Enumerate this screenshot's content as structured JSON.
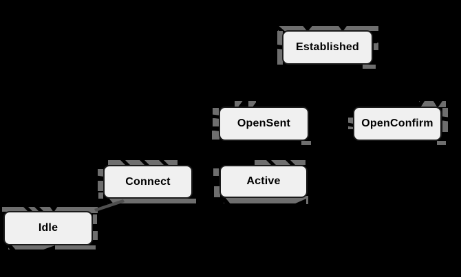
{
  "diagram": {
    "background_color": "#000000",
    "node_fill_color": "#f0f0f0",
    "node_border_color": "#1a1a1a",
    "node_text_color": "#000000",
    "shadow_color": "#6e6e6e"
  },
  "states": [
    {
      "label": "Idle"
    },
    {
      "label": "Connect"
    },
    {
      "label": "Active"
    },
    {
      "label": "OpenSent"
    },
    {
      "label": "OpenConfirm"
    },
    {
      "label": "Established"
    }
  ]
}
